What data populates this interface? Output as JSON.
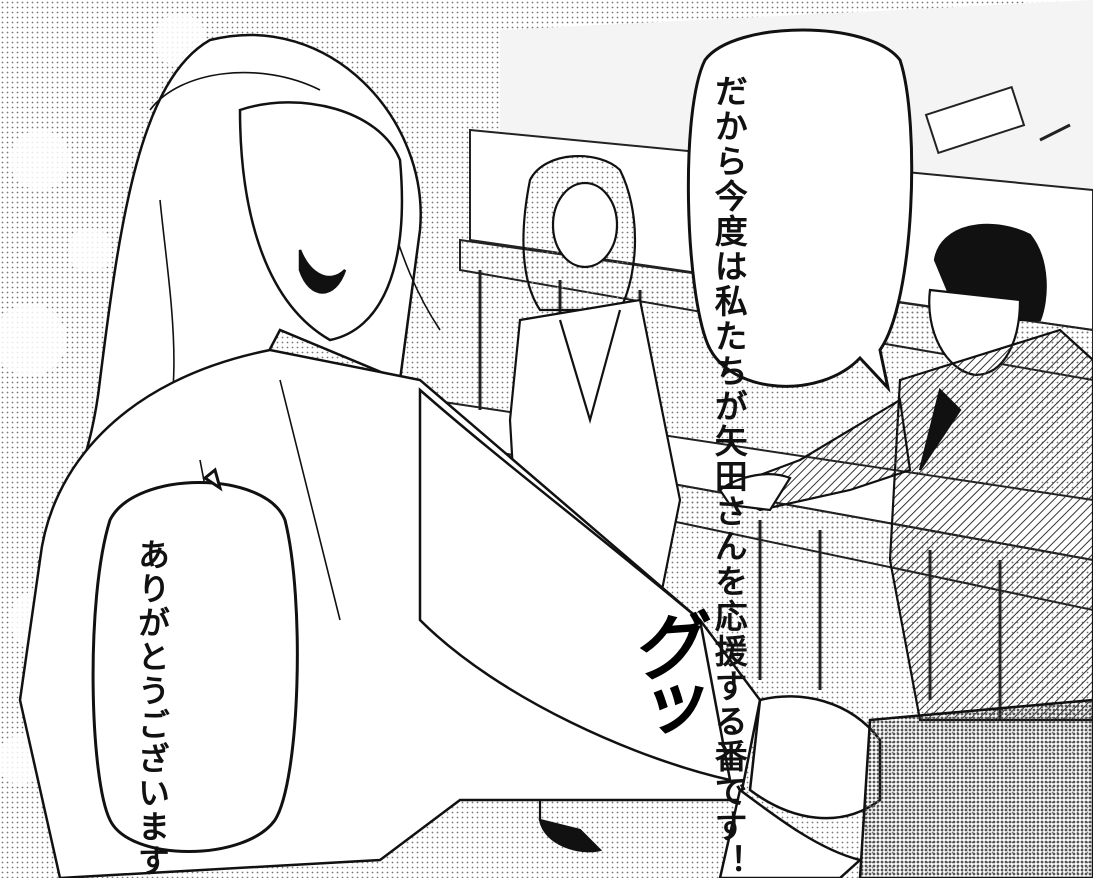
{
  "speech_bubbles": {
    "top": "だから今度は私たちが矢田さんを応援する番です！",
    "bottom": "ありがとうございます…！"
  },
  "sound_effect": "グッ",
  "colors": {
    "ink": "#111111",
    "paper": "#ffffff",
    "tone": "#cfcfcf"
  }
}
